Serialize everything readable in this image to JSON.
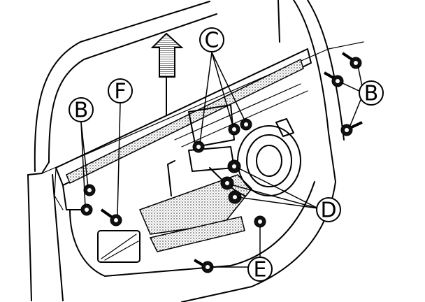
{
  "diagram": {
    "callouts": [
      {
        "id": "B-left",
        "label": "B"
      },
      {
        "id": "F",
        "label": "F"
      },
      {
        "id": "C",
        "label": "C"
      },
      {
        "id": "B-right",
        "label": "B"
      },
      {
        "id": "D",
        "label": "D"
      },
      {
        "id": "E",
        "label": "E"
      }
    ],
    "arrow_direction": "up",
    "colors": {
      "ink": "#000000",
      "background": "#ffffff",
      "shade": "#9a9a9a"
    }
  }
}
